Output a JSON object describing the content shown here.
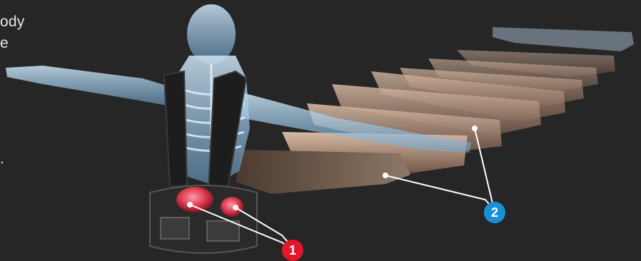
{
  "text_fragments": [
    {
      "id": "line1",
      "text": "ody"
    },
    {
      "id": "line2",
      "text": "e"
    },
    {
      "id": "line3",
      "text": "."
    }
  ],
  "callouts": [
    {
      "id": "1",
      "label": "1",
      "color": "#e3172b"
    },
    {
      "id": "2",
      "label": "2",
      "color": "#1b8fd6"
    }
  ],
  "colors": {
    "background": "#262626",
    "skeleton_tint": "#8fc4ea",
    "belt": "#2a2a2a",
    "pad_red": "#d9364a"
  }
}
